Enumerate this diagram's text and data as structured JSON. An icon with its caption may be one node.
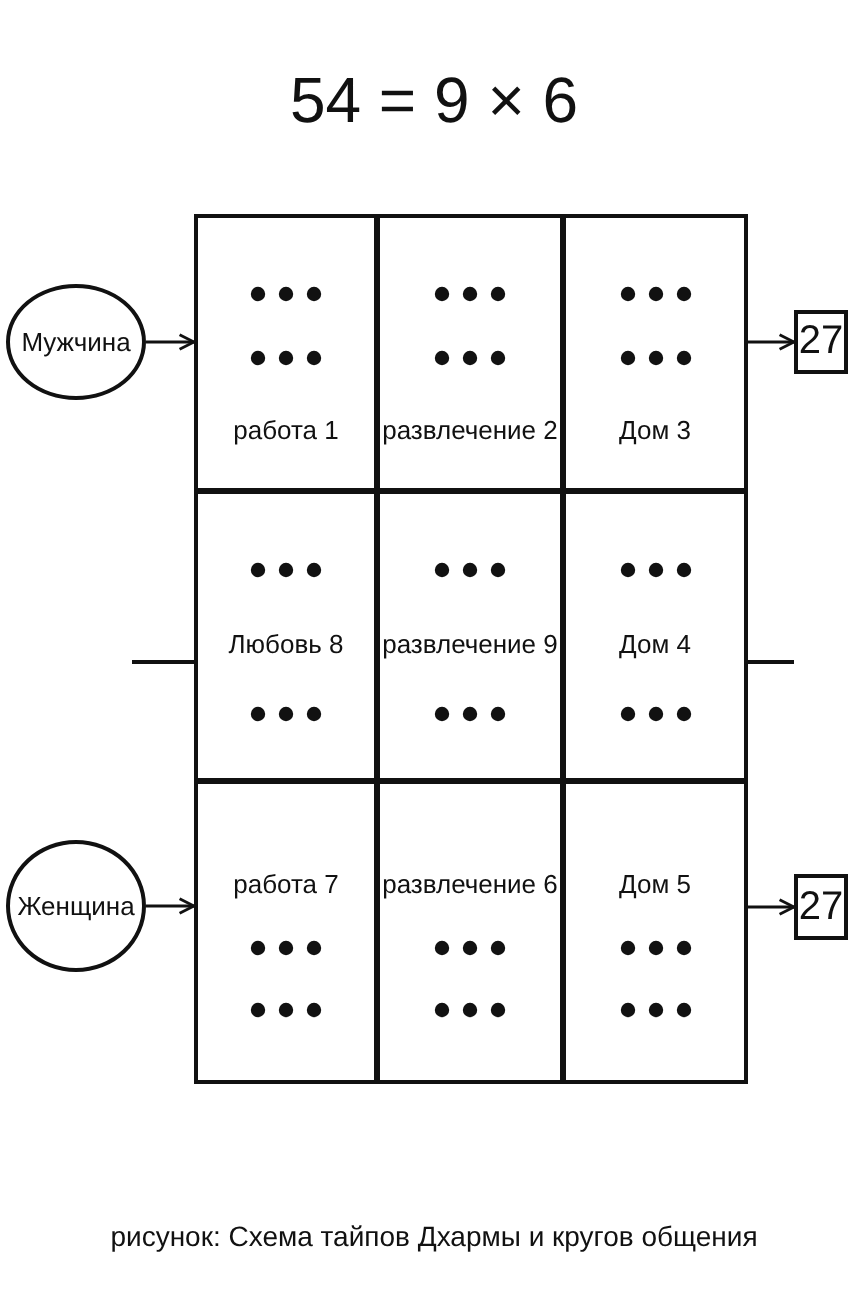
{
  "diagram": {
    "title": "54 = 9 × 6",
    "caption": "рисунок: Схема тайпов Дхармы и кругов общения",
    "nodes": [
      {
        "text": [
          "Мужчина"
        ]
      },
      {
        "text": [
          "работа 1"
        ]
      },
      {
        "text": [
          "развлечение 2"
        ]
      },
      {
        "text": [
          "Дом 3"
        ]
      },
      {
        "text": [
          "27"
        ]
      },
      {
        "text": [
          "Любовь 8"
        ]
      },
      {
        "text": [
          "развлечение 9"
        ]
      },
      {
        "text": [
          "Дом 4"
        ]
      },
      {
        "text": [
          "Женщина"
        ]
      },
      {
        "text": [
          "работа 7"
        ]
      },
      {
        "text": [
          "развлечение 6"
        ]
      },
      {
        "text": [
          "Дом 5"
        ]
      },
      {
        "text": [
          "27"
        ]
      }
    ],
    "edges": [
      {
        "from": 0,
        "to": 1,
        "arrow": "to"
      },
      {
        "from": 3,
        "to": 4,
        "arrow": "to"
      },
      {
        "from": 8,
        "to": 9,
        "arrow": "to"
      },
      {
        "from": 11,
        "to": 12,
        "arrow": "to"
      }
    ]
  }
}
